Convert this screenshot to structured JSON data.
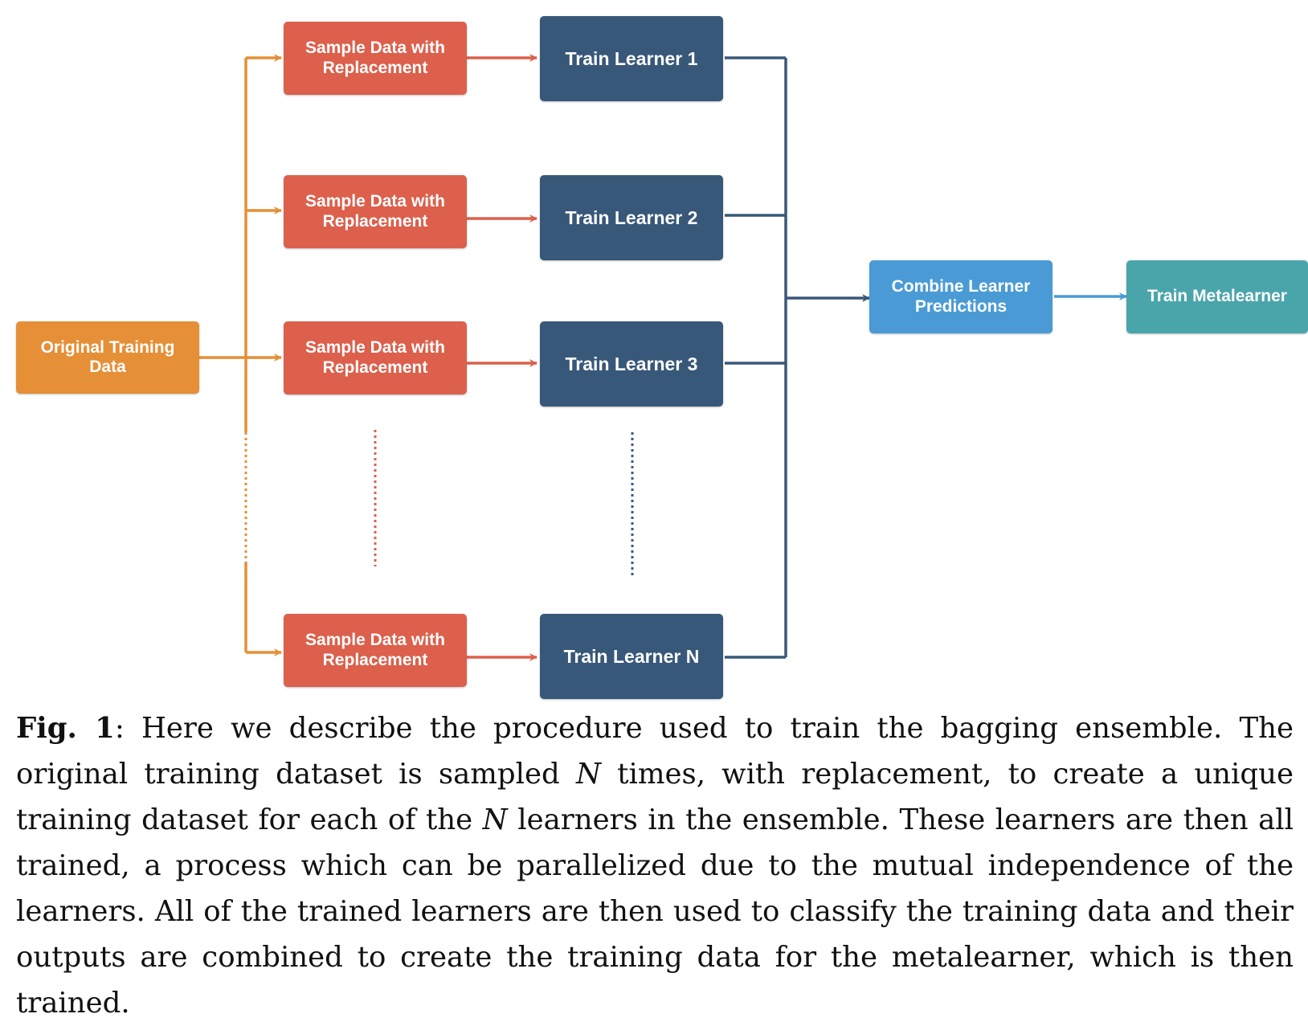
{
  "nodes": {
    "original": "Original Training Data",
    "sample_1": "Sample Data with Replacement",
    "sample_2": "Sample Data with Replacement",
    "sample_3": "Sample Data with Replacement",
    "sample_n": "Sample Data with Replacement",
    "learner_1": "Train Learner 1",
    "learner_2": "Train Learner 2",
    "learner_3": "Train Learner 3",
    "learner_n": "Train Learner N",
    "combine": "Combine Learner Predictions",
    "meta": "Train Metalearner"
  },
  "caption": {
    "label": "Fig. 1",
    "sep": ": ",
    "s1": "Here we describe the procedure used to train the bagging ensemble. The original training dataset is sampled ",
    "var1": "N",
    "s2": " times, with replacement, to create a unique training dataset for each of the ",
    "var2": "N",
    "s3": " learners in the ensemble. These learners are then all trained, a process which can be parallelized due to the mutual independence of the learners. All of the trained learners are then used to classify the training data and their outputs are combined to create the training data for the metalearner, which is then trained."
  },
  "colors": {
    "orange": "#e58f37",
    "red": "#dc604c",
    "navy": "#38587a",
    "blue": "#4a9bd5",
    "teal": "#4aa5ab"
  }
}
